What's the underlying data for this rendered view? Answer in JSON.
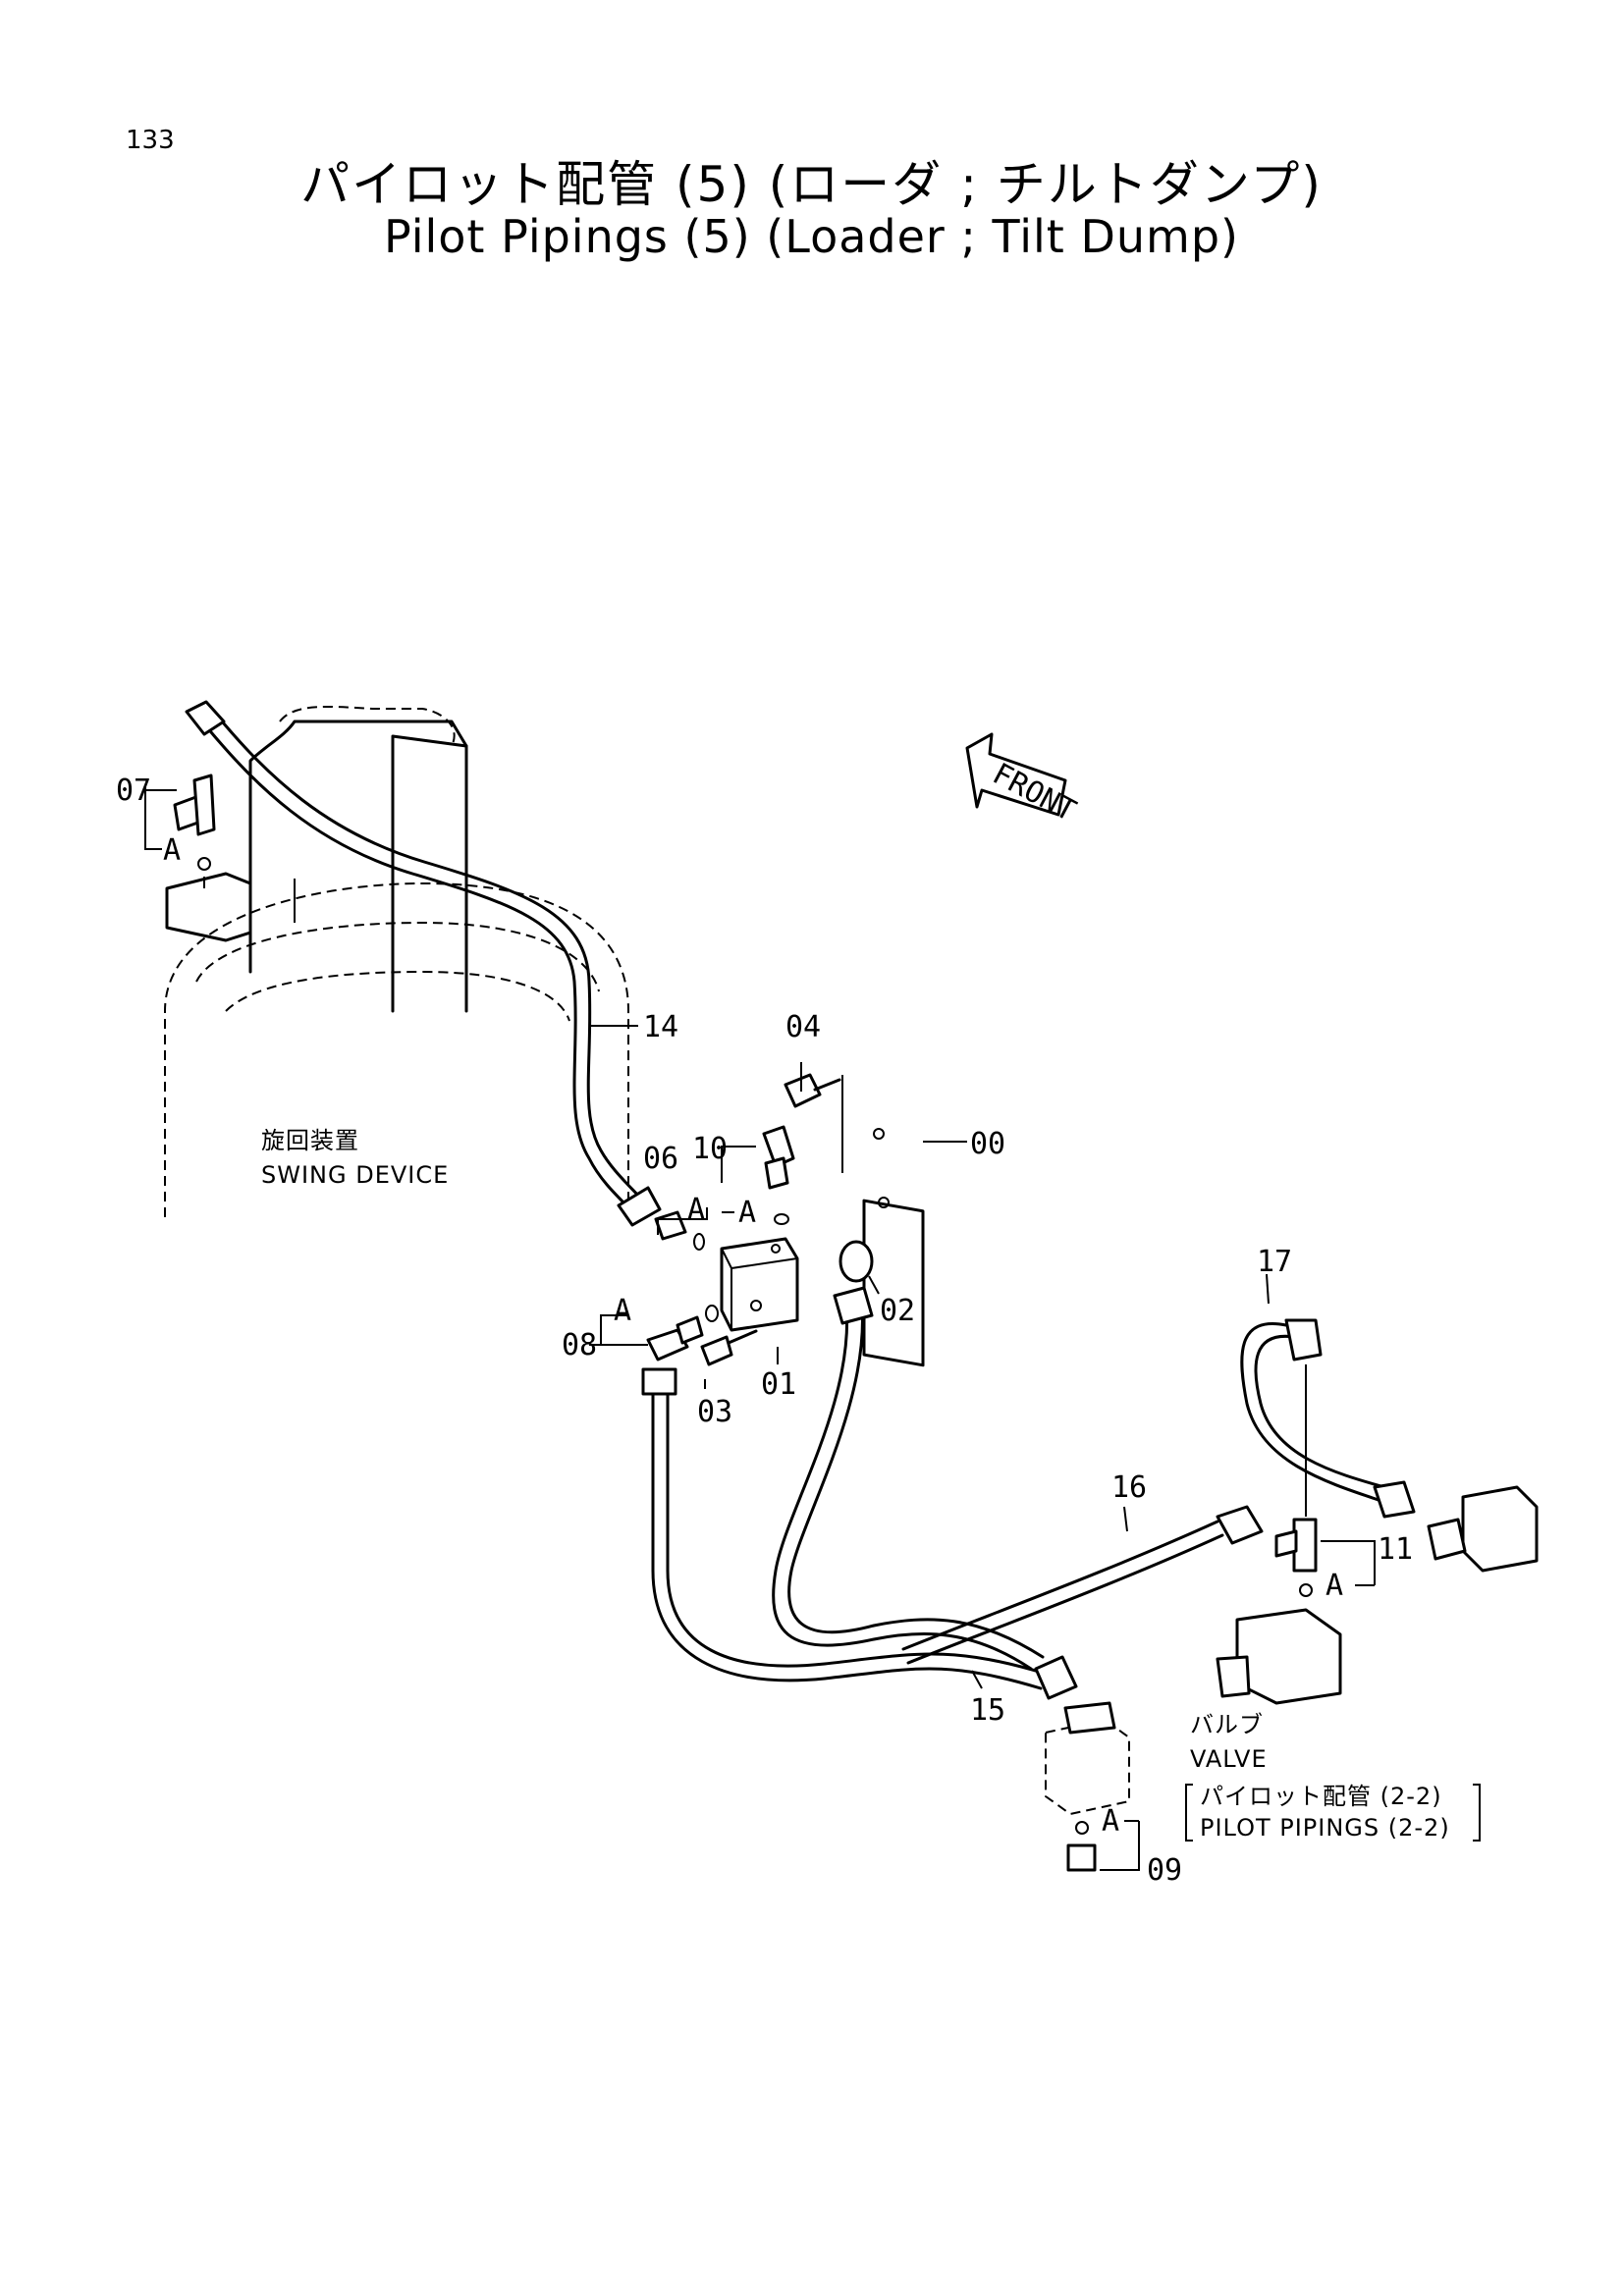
{
  "page_number": "133",
  "title_ja": "パイロット配管 (5) (ローダ ; チルトダンプ)",
  "title_en": "Pilot Pipings (5) (Loader ; Tilt Dump)",
  "front_label": "FRONT",
  "captions": {
    "swing_ja": "旋回装置",
    "swing_en": "SWING DEVICE",
    "valve_ja": "バルブ",
    "valve_en": "VALVE",
    "ref_ja": "パイロット配管 (2-2)",
    "ref_en": "PILOT PIPINGS (2-2)"
  },
  "callouts": {
    "c00": "00",
    "c01": "01",
    "c02": "02",
    "c03": "03",
    "c04": "04",
    "c06": "06",
    "c07": "07",
    "c08": "08",
    "c09": "09",
    "c10": "10",
    "c11": "11",
    "c14": "14",
    "c15": "15",
    "c16": "16",
    "c17": "17"
  },
  "detail_mark": "A"
}
